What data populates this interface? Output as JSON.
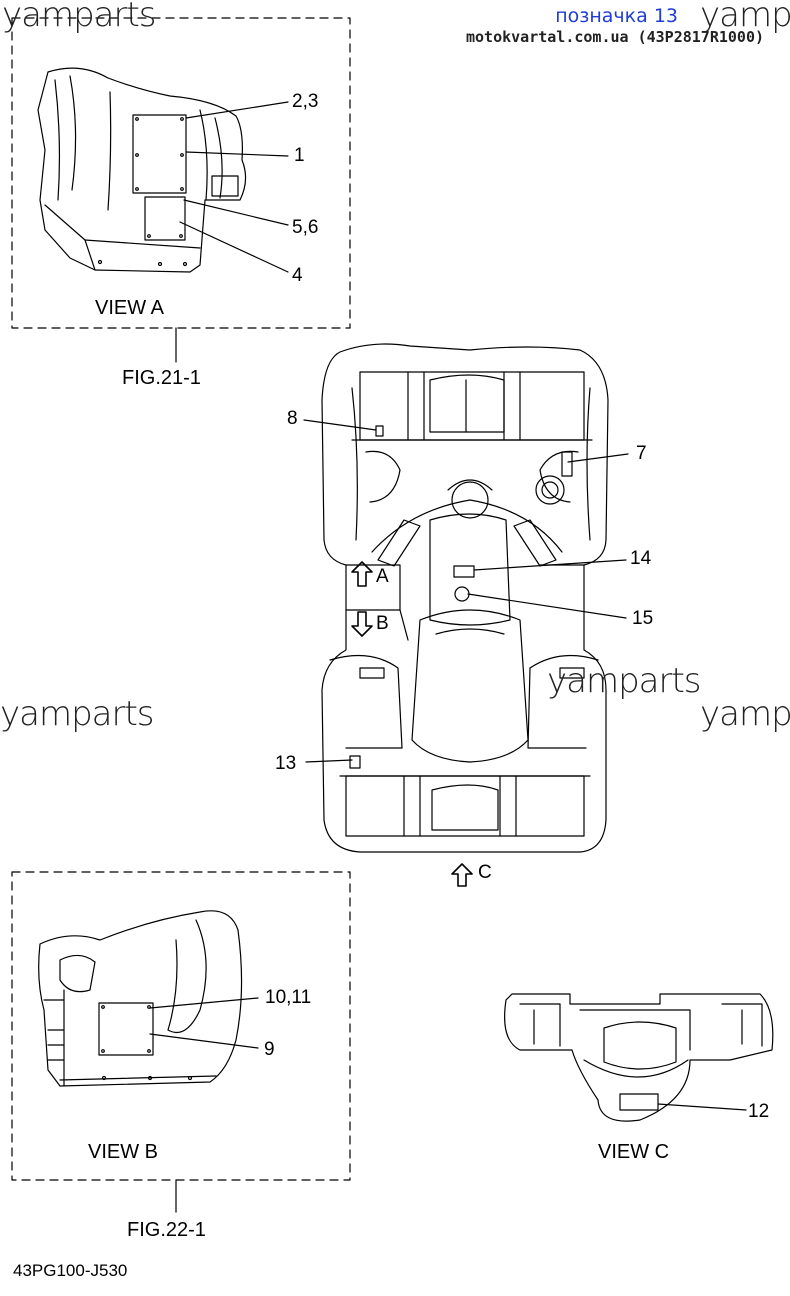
{
  "header": {
    "title": "позначка 13",
    "subtitle": "motokvartal.com.ua (43P2817R1000)"
  },
  "watermarks": [
    "yamparts",
    "yamp",
    "yamparts",
    "yamparts",
    "yamp"
  ],
  "view_a": {
    "title": "VIEW A",
    "figure": "FIG.21-1",
    "callouts": [
      "2,3",
      "1",
      "5,6",
      "4"
    ]
  },
  "top_view": {
    "callouts": [
      "8",
      "7",
      "14",
      "15",
      "13"
    ],
    "arrows": [
      "A",
      "B",
      "C"
    ]
  },
  "view_b": {
    "title": "VIEW B",
    "figure": "FIG.22-1",
    "callouts": [
      "10,11",
      "9"
    ]
  },
  "view_c": {
    "title": "VIEW C",
    "callouts": [
      "12"
    ]
  },
  "footer": {
    "code": "43PG100-J530"
  },
  "colors": {
    "header_link": "#1f3cd8",
    "line": "#000000",
    "watermark": "#222222"
  }
}
